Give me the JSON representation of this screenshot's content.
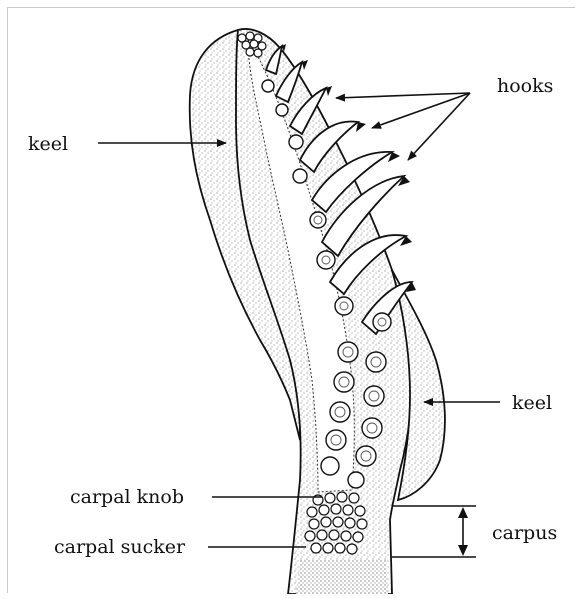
{
  "labels": {
    "hooks": "hooks",
    "keel_left": "keel",
    "keel_right": "keel",
    "carpal_knob": "carpal knob",
    "carpal_sucker": "carpal sucker",
    "carpus": "carpus"
  }
}
